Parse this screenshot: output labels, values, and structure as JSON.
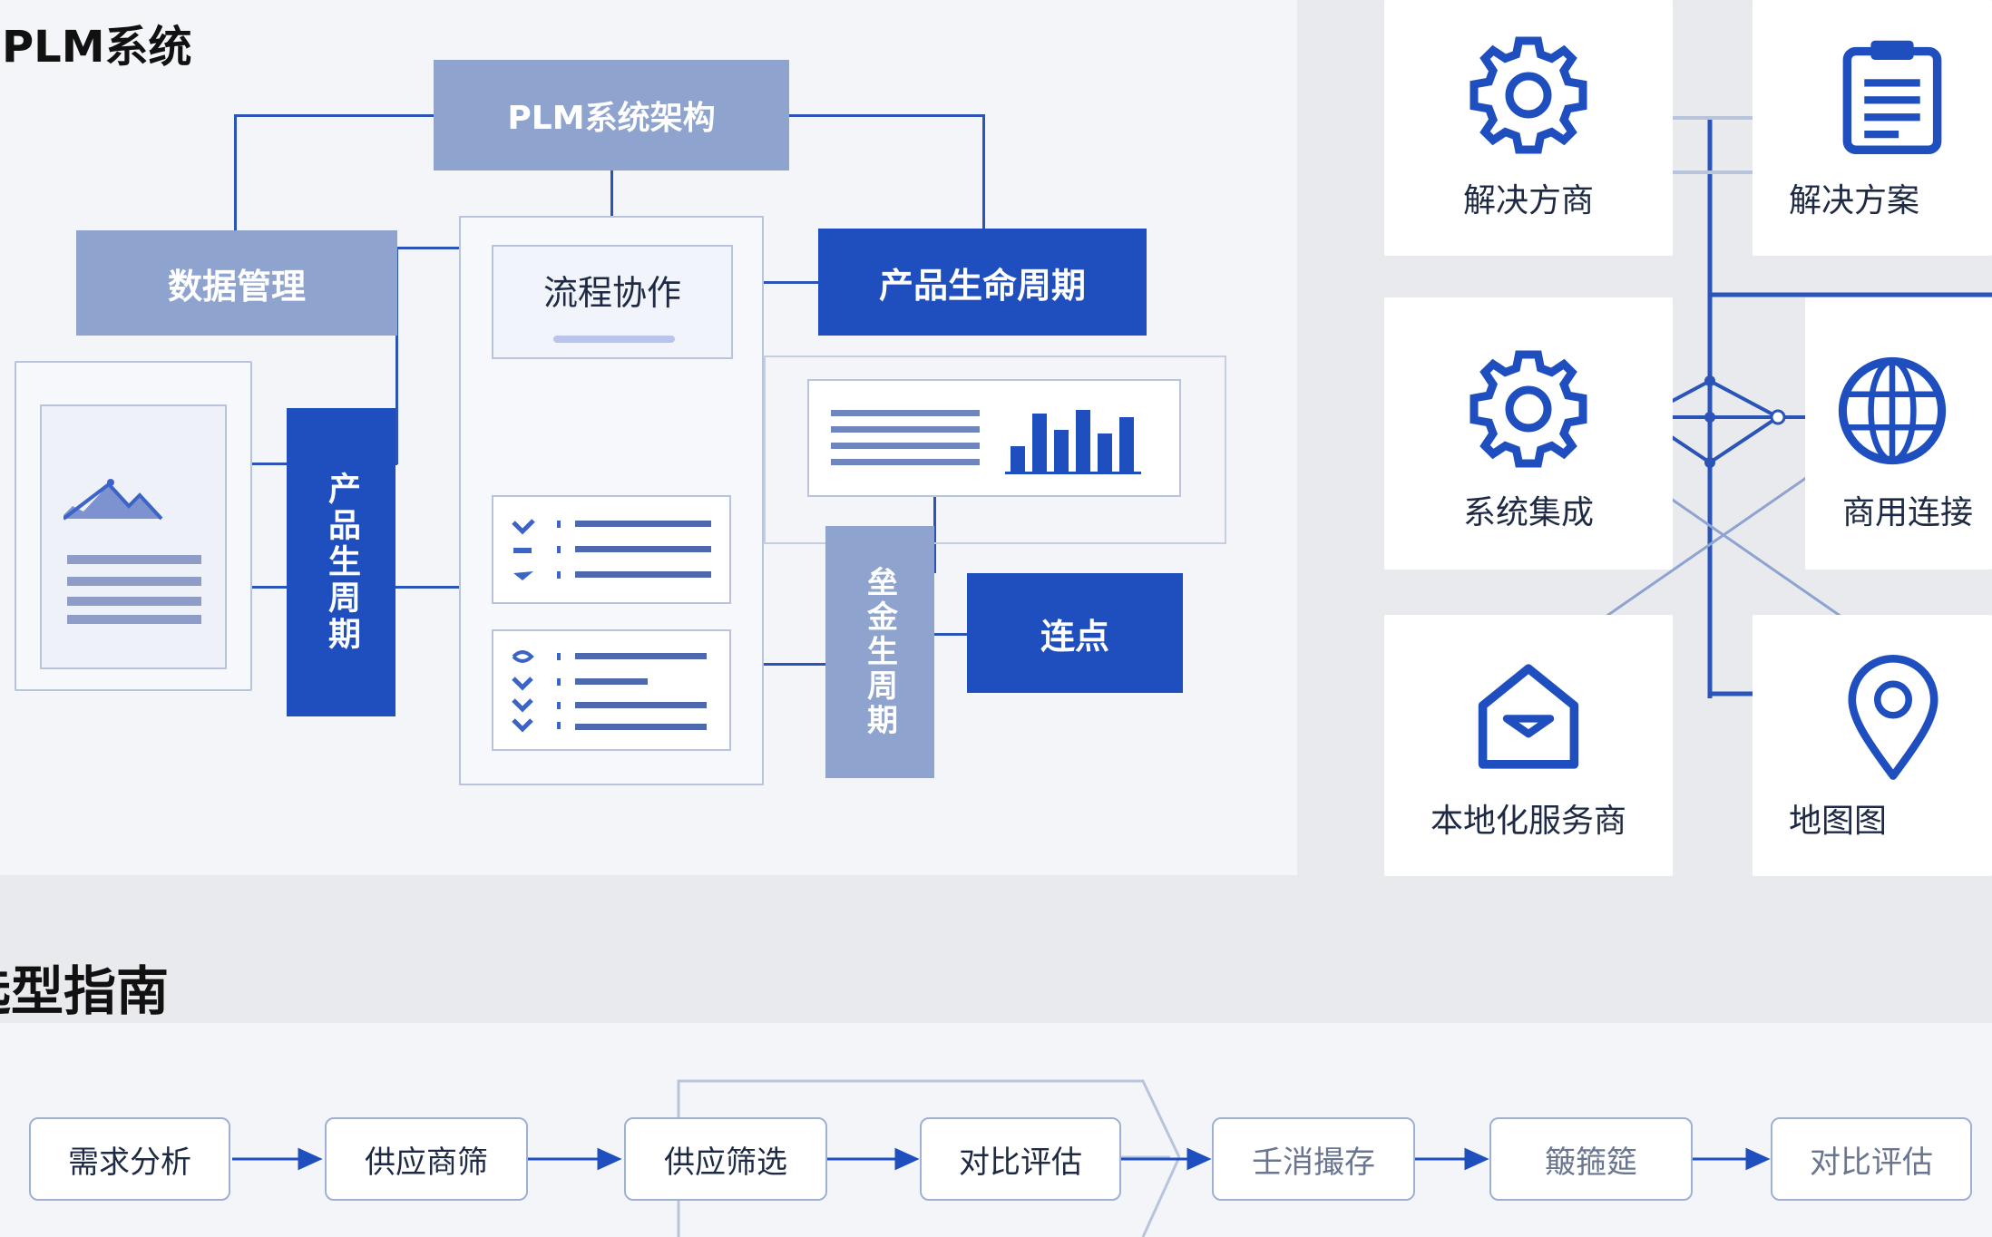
{
  "header": {
    "title": "PLM系统"
  },
  "diagram": {
    "architecture": "PLM系统架构",
    "data_management": "数据管理",
    "process_collaboration": "流程协作",
    "product_lifecycle": "产品生命周期",
    "left_vertical": "产品生周期",
    "middle_vertical": "垒金生周期",
    "node": "连点"
  },
  "ecosystem": {
    "cards": [
      {
        "label": "解决方商",
        "icon": "gear-icon"
      },
      {
        "label": "解决方案",
        "icon": "clipboard-icon"
      },
      {
        "label": "系统集成",
        "icon": "gear-icon"
      },
      {
        "label": "商用连接",
        "icon": "globe-icon"
      },
      {
        "label": "本地化服务商",
        "icon": "mail-icon"
      },
      {
        "label": "地图图",
        "icon": "map-pin-icon"
      }
    ]
  },
  "guide": {
    "title": "选型指南",
    "steps": [
      "需求分析",
      "供应商筛",
      "供应筛选",
      "对比评估",
      "壬消撮存",
      "簸箍筵",
      "对比评估"
    ]
  },
  "colors": {
    "primary": "#1f4fbf",
    "light": "#8fa3cf",
    "border": "#b8c4dc"
  }
}
